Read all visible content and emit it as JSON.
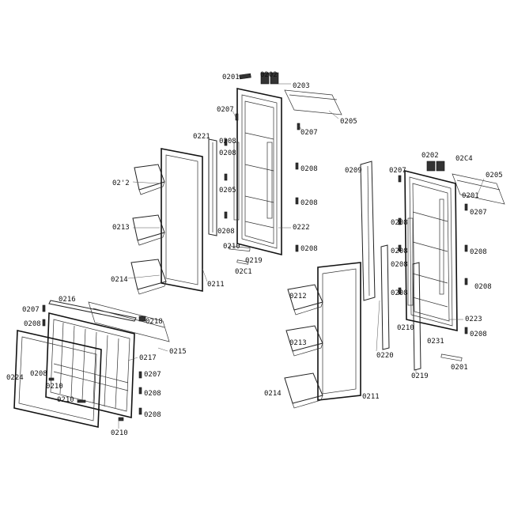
{
  "labels": {
    "l0201_top": "0201",
    "l0202_top": "0202",
    "l0203_top": "0203",
    "l0205_top": "0205",
    "l0207_a": "0207",
    "l0207_b": "0207",
    "l0208_a": "0208",
    "l0208_b": "0208",
    "l0208_c": "0208",
    "l0208_d": "0208",
    "l0208_e": "0208",
    "l0205_mid": "0205",
    "l0221": "0221",
    "l0212_a": "02'2",
    "l0213_a": "0213",
    "l0214_a": "0214",
    "l0211_a": "0211",
    "l0210_a": "0210",
    "l0219_a": "0219",
    "l0201_a": "02C1",
    "l0222": "0222",
    "l0209": "0209",
    "l0207_c": "0207",
    "l0202_r": "0202",
    "l0204_r": "02C4",
    "l0205_r": "0205",
    "l0201_r": "0201",
    "l0207_r": "0207",
    "l0208_r1": "0208",
    "l0208_r2": "0208",
    "l0208_r3": "0208",
    "l0208_r4": "0208",
    "l0208_r5": "0208",
    "l0208_r6": "0208",
    "l0212_b": "0212",
    "l0213_b": "0213",
    "l0214_b": "0214",
    "l0211_b": "0211",
    "l0210_b": "0210",
    "l0220": "0220",
    "l0219_b": "0219",
    "l0231": "0231",
    "l0223": "0223",
    "l0201_b": "0201",
    "l0207_f1": "0207",
    "l0216": "0216",
    "l0208_f1": "0208",
    "l0218": "0218",
    "l0215": "0215",
    "l0217": "0217",
    "l0224": "0224",
    "l0208_f2": "0208",
    "l0210_f1": "0210",
    "l0207_f2": "0207",
    "l0208_f3": "0208",
    "l0210_f2": "0210",
    "l0208_f4": "0208",
    "l0210_f3": "0210"
  }
}
